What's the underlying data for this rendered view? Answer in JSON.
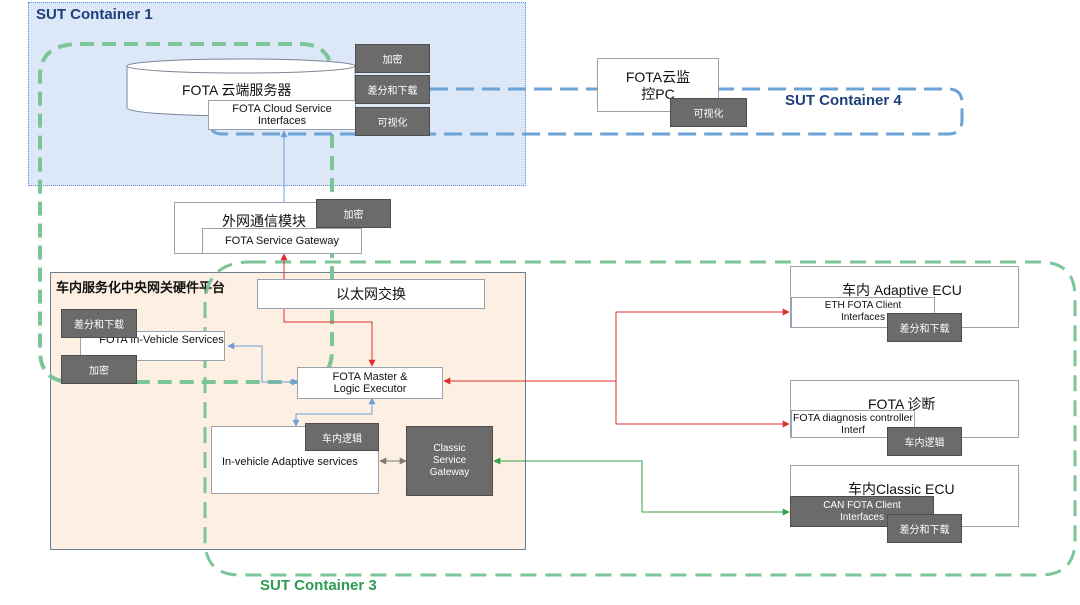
{
  "containers": {
    "c1": "SUT Container 1",
    "c3": "SUT Container 3",
    "c4": "SUT Container 4"
  },
  "cloud": {
    "title": "FOTA 云端服务器",
    "interfaces": "FOTA Cloud Service Interfaces",
    "tag_encrypt": "加密",
    "tag_diff": "差分和下载",
    "tag_visual": "可视化"
  },
  "monitor": {
    "title": "FOTA云监控PC",
    "tag_visual": "可视化"
  },
  "gateway_module": {
    "title": "外网通信模块",
    "tag_encrypt": "加密",
    "service_gateway": "FOTA Service Gateway"
  },
  "platform": {
    "title": "车内服务化中央网关硬件平台",
    "ethernet": "以太网交换",
    "tag_diff": "差分和下载",
    "in_vehicle_services": "FOTA In-Vehicle Services",
    "tag_encrypt": "加密",
    "master": "FOTA Master & Logic Executor",
    "tag_logic": "车内逻辑",
    "adaptive_services": "In-vehicle Adaptive services",
    "classic_gateway": "Classic Service Gateway"
  },
  "ecus": {
    "adaptive": {
      "title": "车内 Adaptive ECU",
      "interfaces": "ETH FOTA Client Interfaces",
      "tag": "差分和下载"
    },
    "diag": {
      "title": "FOTA 诊断",
      "interfaces": "FOTA diagnosis controller Interf",
      "tag": "车内逻辑"
    },
    "classic": {
      "title": "车内Classic ECU",
      "interfaces": "CAN FOTA Client Interfaces",
      "tag": "差分和下载"
    }
  },
  "colors": {
    "container1_fill": "#dce8f8",
    "container1_border": "#5b8fd6",
    "container3_border": "#7cc598",
    "container4_border": "#6ba4d4",
    "platform_fill": "#fdf0e3",
    "arrow_red": "#e0302b",
    "arrow_blue": "#6f9fd8",
    "arrow_green": "#30a049"
  }
}
